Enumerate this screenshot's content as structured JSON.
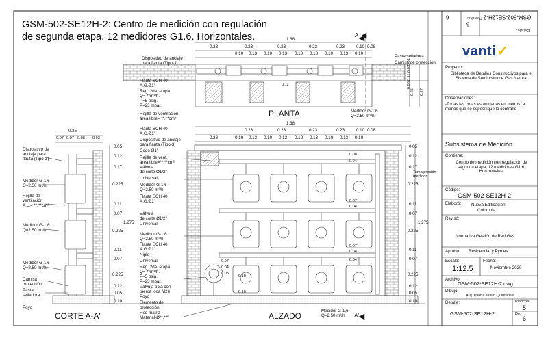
{
  "title": {
    "line1": "GSM-502-SE12H-2: Centro de medición con regulación",
    "line2": "de segunda etapa.  12 medidores G1.6. Horizontales."
  },
  "top_rotated": {
    "plancha_label": "Plancha:",
    "plancha_value": "6",
    "detalle_label": "Detalle:",
    "detalle_value": "6",
    "code": "GSM-502-SE12H-2"
  },
  "logo": {
    "text": "vanti"
  },
  "project": {
    "label": "Proyecto:",
    "text": "Biblioteca de Detalles Constructivos para el Sistema de Suministro de Gas Natural"
  },
  "observations": {
    "label": "Observaciones:",
    "text": "-Todas las cotas están dadas en metros, a menos que se especifique lo contrario"
  },
  "subsystem": "Subsistema de Medición",
  "contains": {
    "label": "Contiene:",
    "text": "Centro de medición con regulación de segunda etapa. 12 medidores G1.6. Horizontales."
  },
  "code": {
    "label": "Código:",
    "value": "GSM-502-SE12H-2"
  },
  "elaboro": {
    "label": "Elaboró:",
    "value1": "Nueva Edificación",
    "value2": "Colombia"
  },
  "reviso": {
    "label": "Revisó:",
    "value": "Normativa Gestión de Red Gas"
  },
  "aprobo": {
    "label": "Aprobó:",
    "value": "Residencial y Pymes"
  },
  "escala": {
    "label": "Escala:",
    "value": "1:12.5"
  },
  "fecha": {
    "label": "Fecha:",
    "value": "Noviembre 2020"
  },
  "archivo": {
    "label": "Archivo:",
    "value": "GSM-502-SE12H-2.dwg"
  },
  "dibujo": {
    "label": "Dibujo:",
    "value": "Arq. Pilar Castillo Quintanilla"
  },
  "detalle_box": {
    "label": "Detalle:",
    "value": "GSM-502-SE12H-2",
    "plancha_label": "Plancha:",
    "plancha_value": "5",
    "de_label": "De:",
    "de_value": "6"
  },
  "views": {
    "planta": "PLANTA",
    "alzado": "ALZADO",
    "corte": "CORTE A-A'",
    "a_mark": "A",
    "a_mark2": "A'"
  },
  "planta_dims": {
    "total": "1.38",
    "segments": [
      "0.28",
      "0.23",
      "0.23",
      "0.23",
      "0.23",
      "0.10",
      "0.08"
    ],
    "sub_segments": [
      "0.10",
      "0.13",
      "0.10",
      "0.13",
      "0.10",
      "0.13",
      "0.10",
      "0.13",
      "0.10"
    ],
    "side_dims": [
      "0.06",
      "0.11",
      "0.07",
      "0.01",
      "0.25",
      "0.27"
    ]
  },
  "planta_labels": [
    "Dispositivo de anclaje",
    "para flauta (Tipo-3)",
    "Flauta SCH 40",
    "A.G.Ø1\"",
    "Reg. 2da. etapa",
    "Q= **m³/h.",
    "P=5 psig.",
    "P=23 mbar.",
    "Rejilla de ventilación",
    "área libre= **.**cm²",
    "Pasta selladora",
    "Camisa de protección",
    "Medidor G-1,6",
    "Q=2.50 m³/h",
    "0.11"
  ],
  "alzado_dims": {
    "total": "1.38",
    "segments": [
      "0.28",
      "0.23",
      "0.23",
      "0.23",
      "0.23",
      "0.10",
      "0.08"
    ],
    "sub_segments": [
      "0.10",
      "0.13",
      "0.10",
      "0.13",
      "0.10",
      "0.13",
      "0.10",
      "0.13",
      "0.10"
    ],
    "right_dims": [
      "0.05",
      "0.12",
      "0.17",
      "0.225",
      "0.11",
      "0.07",
      "0.225",
      "1.275",
      "0.11",
      "0.07",
      "0.225",
      "0.12",
      "0.05",
      "0.10"
    ],
    "inner_dims": [
      "0.08",
      "0.04",
      "0.07",
      "0.04",
      "0.07",
      "0.04",
      "0.07",
      "0.04",
      "0.08",
      "0.04",
      "0.10",
      "0.10"
    ]
  },
  "alzado_labels": [
    "Flauta SCH 40",
    "A.G.Ø1\"",
    "Dispositivo de anclaje",
    "para flauta (Tipo-3)",
    "Codo Ø1\"",
    "Rejilla de vent.",
    "área libre=**.**cm²",
    "Válvula",
    "de corte Ø1/2\"",
    "Universal",
    "Medidor G-1,6",
    "Q=2.50 m³/h",
    "Flauta SCH 40",
    "A.G.Ø1\"",
    "Válvula",
    "de corte Ø1/2\"",
    "Universal",
    "Medidor G-1,6",
    "Q=2.50 m³/h",
    "Flauta SCH 40",
    "A.G.Ø1\"",
    "Niple",
    "Universal",
    "Reg. 2da. etapa",
    "Q= **m³/h.",
    "P=5 psig.",
    "P=23 mbar.",
    "Válvula bola con",
    "tuerca loca M26",
    "Poyo",
    "Elemento de",
    "protección",
    "Red matriz",
    "Material-Ø**.**\"",
    "Toma presión",
    "medidor",
    "Medidor G-1,6",
    "Q=2.50 m³/h"
  ],
  "corte_dims": {
    "total": "0.25",
    "segments": [
      "0.07",
      "0.07",
      "0.08",
      "0.03"
    ],
    "right_dims": [
      "0.05",
      "0.12",
      "0.17",
      "0.225",
      "0.11",
      "0.07",
      "0.225",
      "1.275",
      "0.11",
      "0.07",
      "0.225",
      "0.12",
      "0.05",
      "0.10"
    ]
  },
  "corte_labels": [
    "Dispositivo de",
    "anclaje para",
    "flauta (Tipo-3)",
    "Medidor G-1,6",
    "Q=2.50 m³/h",
    "Rejilla de",
    "ventilación",
    "A.L.= **.**cm².",
    "Medidor G-1,6",
    "Q=2.50 m³/h",
    "Medidor G-1,6",
    "Q=2.50 m³/h",
    "Camisa",
    "protección",
    "Pasta",
    "selladora",
    "Poyo"
  ]
}
